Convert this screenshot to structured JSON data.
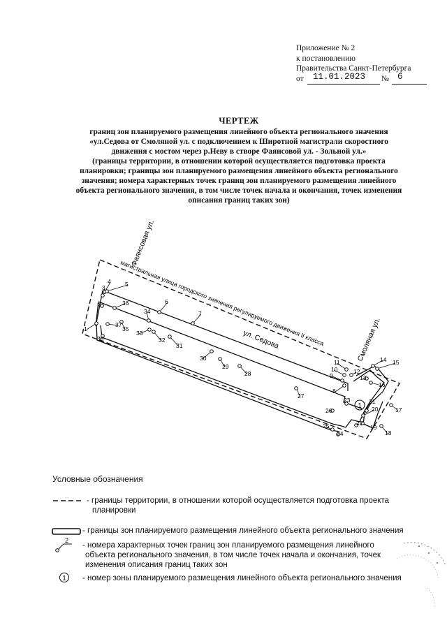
{
  "appendix": {
    "line1": "Приложение № 2",
    "line2": "к постановлению",
    "line3": "Правительства Санкт-Петербурга",
    "date_prefix": "от",
    "date_value": "11.01.2023",
    "number_prefix": "№",
    "number_value": "6"
  },
  "title": {
    "main": "ЧЕРТЕЖ",
    "line1": "границ зон планируемого размещения линейного объекта регионального значения",
    "line2": "«ул.Седова от Смоляной ул. с подключением к Широтной магистрали скоростного",
    "line3": "движения с мостом через р.Неву в створе Фаянсовой ул. - Зольной ул.»",
    "line4": "(границы территории, в отношении которой осуществляется подготовка проекта",
    "line5": "планировки; границы зон планируемого размещения линейного объекта регионального",
    "line6": "значения; номера характерных точек границ зон планируемого размещения линейного",
    "line7": "объекта регионального значения, в том числе точек начала и окончания, точек изменения",
    "line8": "описания границ таких зон)"
  },
  "drawing": {
    "street_faiansovaya": "Фаянсовая ул.",
    "street_magistral": "магистральная улица городского значения регулируемого движения II класса",
    "street_sedova": "ул. Седова",
    "street_smolyanaya": "Смоляная ул.",
    "zone_number": "1",
    "points": [
      {
        "label": "1"
      },
      {
        "label": "2"
      },
      {
        "label": "3"
      },
      {
        "label": "4"
      },
      {
        "label": "5"
      },
      {
        "label": "6"
      },
      {
        "label": "7"
      },
      {
        "label": "8"
      },
      {
        "label": "9"
      },
      {
        "label": "10"
      },
      {
        "label": "11"
      },
      {
        "label": "12"
      },
      {
        "label": "13"
      },
      {
        "label": "14"
      },
      {
        "label": "15"
      },
      {
        "label": "16"
      },
      {
        "label": "17"
      },
      {
        "label": "18"
      },
      {
        "label": "19"
      },
      {
        "label": "20"
      },
      {
        "label": "21"
      },
      {
        "label": "22"
      },
      {
        "label": "23"
      },
      {
        "label": "24"
      },
      {
        "label": "25"
      },
      {
        "label": "26"
      },
      {
        "label": "27"
      },
      {
        "label": "28"
      },
      {
        "label": "29"
      },
      {
        "label": "30"
      },
      {
        "label": "31"
      },
      {
        "label": "32"
      },
      {
        "label": "33"
      },
      {
        "label": "34"
      },
      {
        "label": "35"
      },
      {
        "label": "36"
      },
      {
        "label": "37"
      },
      {
        "label": "38"
      }
    ]
  },
  "legend": {
    "title": "Условные обозначения",
    "item1": "- границы территории, в отношении которой осуществляется подготовка проекта",
    "item1b": "планировки",
    "item2": "- границы зон планируемого размещения линейного объекта регионального значения",
    "item3_sample": "2",
    "item3a": "- номера характерных точек границ зон планируемого размещения линейного",
    "item3b": "объекта регионального значения, в том числе точек начала и окончания, точек",
    "item3c": "изменения описания границ таких зон",
    "item4_sample": "1",
    "item4": "- номер зоны планируемого размещения линейного объекта регионального значения"
  }
}
